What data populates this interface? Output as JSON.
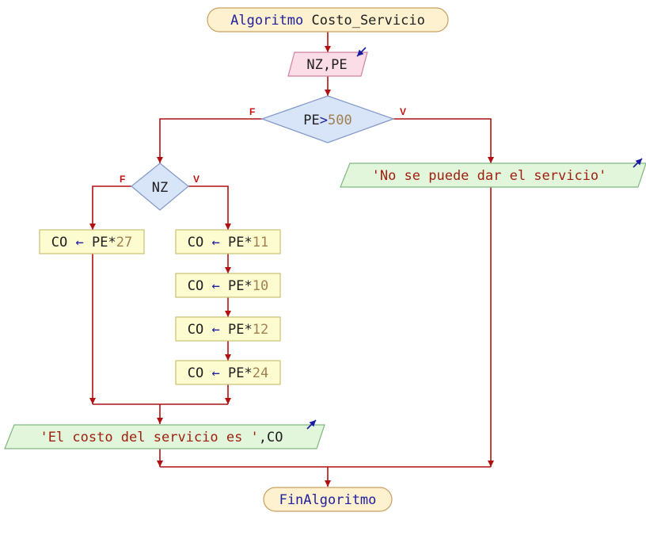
{
  "start": {
    "keyword": "Algoritmo",
    "name": "Costo_Servicio"
  },
  "read": {
    "vars": "NZ,PE"
  },
  "decision1": {
    "left": "PE",
    "op": ">",
    "right": "500",
    "false_label": "F",
    "true_label": "V"
  },
  "output_no": {
    "text": "'No se puede dar el servicio'"
  },
  "decision2": {
    "var": "NZ",
    "false_label": "F",
    "true_label": "V"
  },
  "assign_false": {
    "target": "CO",
    "arrow": "←",
    "expr_var": "PE",
    "mult": "*",
    "value": "27"
  },
  "assign_true": [
    {
      "target": "CO",
      "arrow": "←",
      "expr_var": "PE",
      "mult": "*",
      "value": "11"
    },
    {
      "target": "CO",
      "arrow": "←",
      "expr_var": "PE",
      "mult": "*",
      "value": "10"
    },
    {
      "target": "CO",
      "arrow": "←",
      "expr_var": "PE",
      "mult": "*",
      "value": "12"
    },
    {
      "target": "CO",
      "arrow": "←",
      "expr_var": "PE",
      "mult": "*",
      "value": "24"
    }
  ],
  "output_cost": {
    "text": "'El costo del servicio es '",
    "sep": ",",
    "var": "CO"
  },
  "end": {
    "keyword": "FinAlgoritmo"
  },
  "colors": {
    "terminal_fill": "#fdf1d0",
    "terminal_stroke": "#c8a060",
    "input_fill": "#fbdde8",
    "input_stroke": "#d080a0",
    "decision_fill": "#d8e4f8",
    "decision_stroke": "#8098c8",
    "process_fill": "#fdfbd0",
    "process_stroke": "#c8c070",
    "output_fill": "#e2f6dc",
    "output_stroke": "#80b880",
    "flow": "#b01010",
    "io_arrow": "#1a1aa0"
  }
}
